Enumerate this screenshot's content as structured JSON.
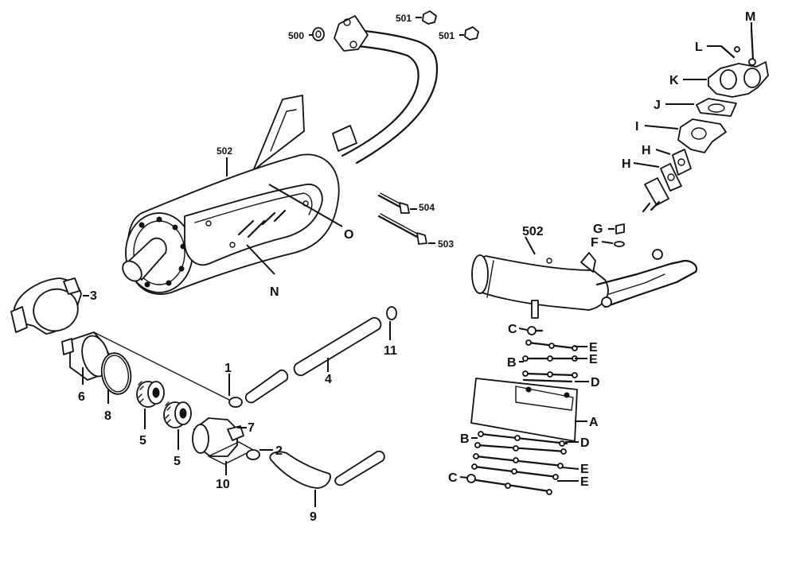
{
  "callouts": {
    "c500": "500",
    "c501a": "501",
    "c501b": "501",
    "c502a": "502",
    "c502b": "502",
    "c503": "503",
    "c504": "504",
    "cO": "O",
    "cN": "N",
    "cM": "M",
    "cL": "L",
    "cK": "K",
    "cJ": "J",
    "cI": "I",
    "cH1": "H",
    "cH2": "H",
    "cG": "G",
    "cF": "F",
    "cC1": "C",
    "cE1": "E",
    "cB1": "B",
    "cE2": "E",
    "cD1": "D",
    "cA": "A",
    "cB2": "B",
    "cD2": "D",
    "cE3": "E",
    "cC2": "C",
    "cE4": "E",
    "c1": "1",
    "c2": "2",
    "c3": "3",
    "c4": "4",
    "c5a": "5",
    "c5b": "5",
    "c6": "6",
    "c7": "7",
    "c8": "8",
    "c9": "9",
    "c10": "10",
    "c11": "11"
  },
  "colors": {
    "ink": "#111111",
    "paper": "#ffffff"
  }
}
